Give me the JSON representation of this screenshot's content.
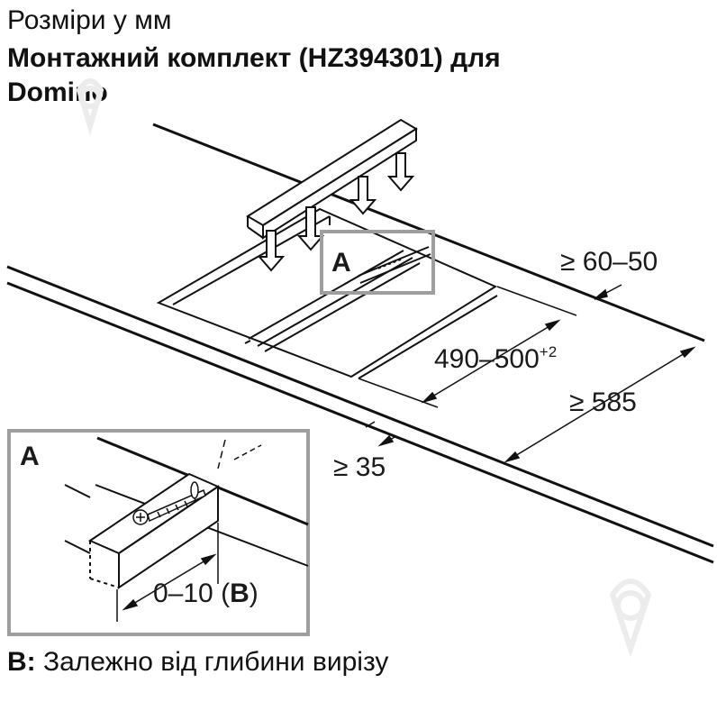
{
  "header": {
    "line1": "Розміри у мм",
    "line2": "Монтажний комплект (HZ394301) для",
    "line3": "Domino"
  },
  "diagram": {
    "callout_main": "A",
    "callout_detail": "A",
    "dim_top_right": "≥ 60–50",
    "dim_width_base": "490–500",
    "dim_width_sup": "+2",
    "dim_depth": "≥ 585",
    "dim_front": "≥ 35",
    "dim_detail_value": "0–10 (",
    "dim_detail_letter": "B",
    "dim_detail_close": ")"
  },
  "footnote": {
    "key": "B:",
    "text": " Залежно від глибини вирізу"
  },
  "colors": {
    "callout_frame": "#9e9e9e",
    "line": "#111111",
    "watermark": "#ececec"
  }
}
